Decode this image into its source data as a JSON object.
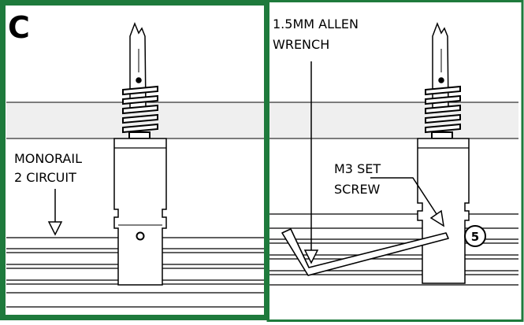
{
  "panel_left": {
    "letter": "C",
    "label_line1": "MONORAIL",
    "label_line2": "2 CIRCUIT"
  },
  "panel_right": {
    "wrench_line1": "1.5MM  ALLEN",
    "wrench_line2": "WRENCH",
    "screw_line1": "M3 SET",
    "screw_line2": "SCREW",
    "step_number": "5"
  },
  "colors": {
    "frame": "#1e7a3c",
    "ceiling_band": "#efefef",
    "line": "#000000"
  }
}
